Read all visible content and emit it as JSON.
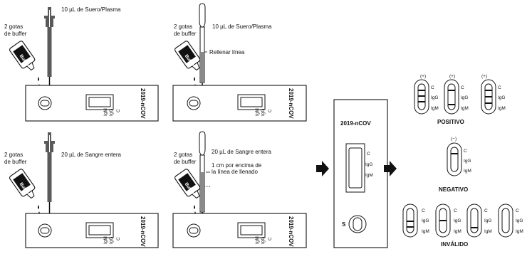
{
  "procedure": {
    "serum_plasma_with_dropper": {
      "buffer_note": [
        "2 gotas",
        "de buffer"
      ],
      "sample_label": "10 µL de Suero/Plasma",
      "bottle_label": "Buffer",
      "cassette_name": "2019-nCOV",
      "cassette_lines": {
        "c": "C",
        "igg": "IgG",
        "igm": "IgM"
      }
    },
    "serum_plasma_with_pipette": {
      "buffer_note": [
        "2 gotas",
        "de buffer"
      ],
      "sample_label": "10 µL de Suero/Plasma",
      "fill_line_label": "Rellenar línea",
      "bottle_label": "Buffer",
      "cassette_name": "2019-nCOV",
      "cassette_lines": {
        "c": "C",
        "igg": "IgG",
        "igm": "IgM"
      }
    },
    "whole_blood_with_dropper": {
      "buffer_note": [
        "2 gotas",
        "de buffer"
      ],
      "sample_label": "20 µL de Sangre entera",
      "bottle_label": "Buffer",
      "cassette_name": "2019-nCOV",
      "cassette_lines": {
        "c": "C",
        "igg": "IgG",
        "igm": "IgM"
      }
    },
    "whole_blood_with_pipette": {
      "buffer_note": [
        "2 gotas",
        "de buffer"
      ],
      "sample_label": "20 µL de Sangre entera",
      "above_line_note": [
        "1 cm por encima de",
        "la línea de llenado"
      ],
      "bottle_label": "Buffer",
      "cassette_name": "2019-nCOV",
      "cassette_lines": {
        "c": "C",
        "igg": "IgG",
        "igm": "IgM"
      }
    }
  },
  "cassette_large": {
    "name": "2019-nCOV",
    "lines": {
      "c": "C",
      "igg": "IgG",
      "igm": "IgM"
    },
    "sample_well_label": "S"
  },
  "results": {
    "line_labels": {
      "c": "C",
      "igg": "IgG",
      "igm": "IgM"
    },
    "positive": {
      "title": "POSITIVO",
      "signs": [
        "(+)",
        "(+)",
        "(+)"
      ]
    },
    "negative": {
      "title": "NEGATIVO",
      "sign": "(−)"
    },
    "invalid": {
      "title": "INVÁLIDO"
    }
  },
  "colors": {
    "ink": "#111111",
    "sample_fill": "#8a8a8a",
    "dropper_gray": "#5a5a5a"
  },
  "icons": [
    "dropper-icon",
    "pipette-icon",
    "buffer-bottle-icon",
    "arrow-right-icon"
  ]
}
